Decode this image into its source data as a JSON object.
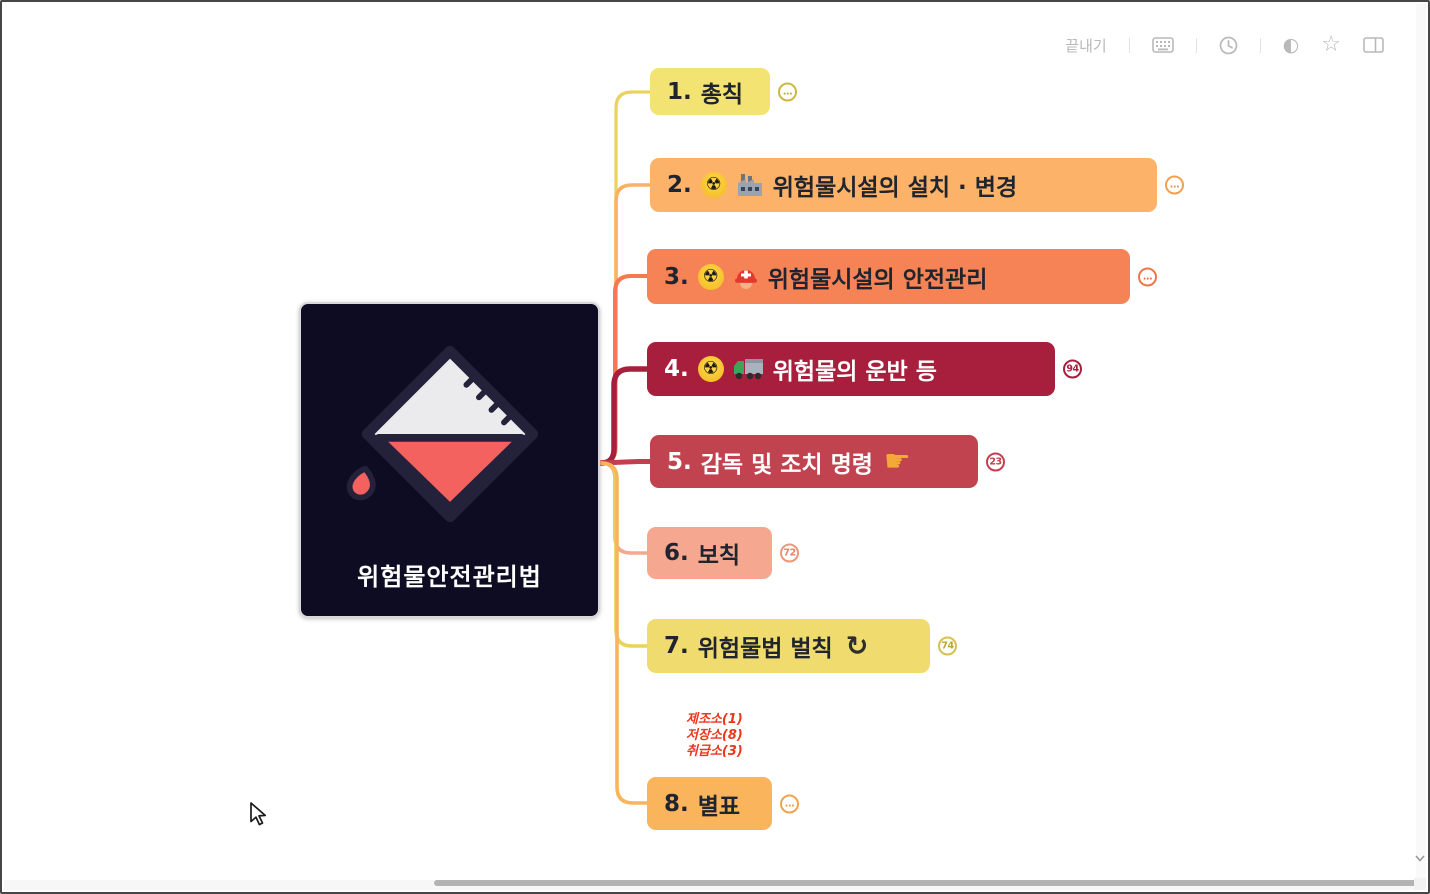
{
  "window": {
    "background": "#ffffff",
    "border_color": "#474747"
  },
  "toolbar": {
    "finish_label": "끝내기",
    "icon_names": [
      "keyboard-icon",
      "history-icon",
      "contrast-icon",
      "star-icon",
      "layout-icon"
    ]
  },
  "central": {
    "title": "위험물안전관리법",
    "bg_color": "#0e0c22",
    "icon": "flask-pouring-red-liquid"
  },
  "nodes": [
    {
      "number": "1.",
      "text": "총칙",
      "icons": [],
      "badge": "…",
      "bg": "#f2e373",
      "fg": "#20242e",
      "line_color": "#e9d35b"
    },
    {
      "number": "2.",
      "text": "위험물시설의 설치 · 변경",
      "icons": [
        "radioactive-icon",
        "factory-icon"
      ],
      "badge": "…",
      "bg": "#fcb369",
      "fg": "#20242e",
      "line_color": "#fbb163"
    },
    {
      "number": "3.",
      "text": "위험물시설의 안전관리",
      "icons": [
        "radioactive-icon",
        "rescue-helmet-icon"
      ],
      "badge": "…",
      "bg": "#f58355",
      "fg": "#20242e",
      "line_color": "#f4794e"
    },
    {
      "number": "4.",
      "text": "위험물의 운반 등",
      "icons": [
        "radioactive-icon",
        "truck-icon"
      ],
      "badge": "94",
      "bg": "#a81f3e",
      "fg": "#ffffff",
      "line_color": "#a81f3e"
    },
    {
      "number": "5.",
      "text": "감독 및 조치 명령",
      "icons": [],
      "trailing_icon": "point-right-icon",
      "badge": "23",
      "bg": "#c24350",
      "fg": "#ffffff",
      "line_color": "#c13f4f"
    },
    {
      "number": "6.",
      "text": "보칙",
      "icons": [],
      "badge": "72",
      "bg": "#f5a78f",
      "fg": "#20242e",
      "line_color": "#f5a78f"
    },
    {
      "number": "7.",
      "text": "위험물법 벌칙",
      "icons": [],
      "trailing_icon": "repeat-icon",
      "badge": "74",
      "bg": "#f0dc6e",
      "fg": "#20242e",
      "line_color": "#e9d35b"
    },
    {
      "number": "8.",
      "text": "별표",
      "icons": [],
      "badge": "…",
      "bg": "#f9b45c",
      "fg": "#20242e",
      "line_color": "#f9b45c"
    }
  ],
  "annotation": {
    "lines": [
      "제조소(1)",
      "저장소(8)",
      "취급소(3)"
    ],
    "color": "#e8391d"
  },
  "icon_glyphs": {
    "radioactive": "☢",
    "point_right": "☛",
    "repeat": "↻",
    "contrast": "◐",
    "star": "☆"
  }
}
